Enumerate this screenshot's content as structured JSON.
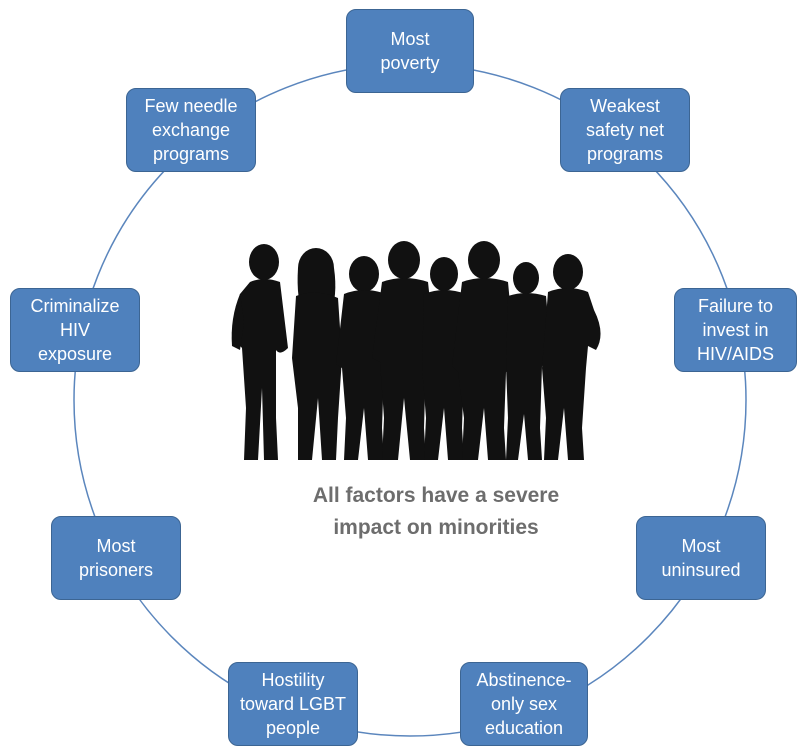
{
  "colors": {
    "node_fill": "#4f81bd",
    "node_border": "#3c6593",
    "ring": "#5b86bd",
    "caption": "#6d6d6d",
    "silhouette": "#111111"
  },
  "nodes": [
    {
      "label": "Most\npoverty"
    },
    {
      "label": "Weakest\nsafety net\nprograms"
    },
    {
      "label": "Failure to\ninvest in\nHIV/AIDS"
    },
    {
      "label": "Most\nuninsured"
    },
    {
      "label": "Abstinence-\nonly sex\neducation"
    },
    {
      "label": "Hostility\ntoward LGBT\npeople"
    },
    {
      "label": "Most\nprisoners"
    },
    {
      "label": "Criminalize\nHIV\nexposure"
    },
    {
      "label": "Few needle\nexchange\nprograms"
    }
  ],
  "center": {
    "image": "group-silhouette-icon",
    "caption": "All factors have a severe impact on minorities"
  }
}
